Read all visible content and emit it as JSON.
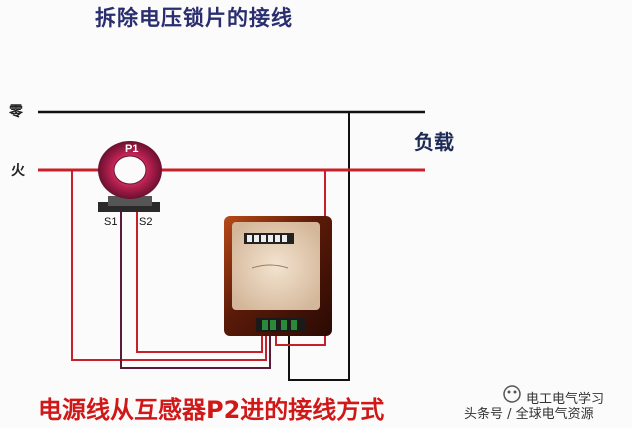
{
  "title": "拆除电压锁片的接线",
  "caption": "电源线从互感器P2进的接线方式",
  "labels": {
    "neutral": "零",
    "live": "火",
    "load": "负载",
    "ct_name": "P1",
    "terminal_s1": "S1",
    "terminal_s2": "S2"
  },
  "watermark": {
    "line1": "电工电气学习",
    "line2": "头条号 / 全球电气资源"
  },
  "colors": {
    "title": "#2a2e6e",
    "caption": "#d01818",
    "live_wire": "#c8202a",
    "neutral_wire": "#111111",
    "ct_ring": "#b02048",
    "meter_body": "#6a2410"
  }
}
